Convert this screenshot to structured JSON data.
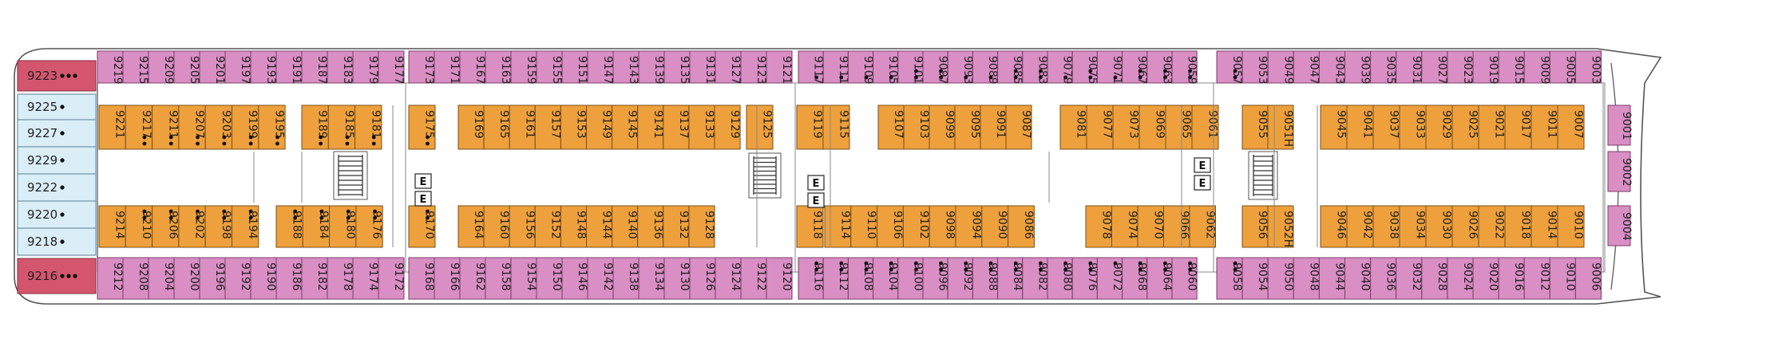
{
  "top_row": [
    {
      "n": "9219",
      "d": 0
    },
    {
      "n": "9215",
      "d": 0
    },
    {
      "n": "9209",
      "d": 0
    },
    {
      "n": "9205",
      "d": 0
    },
    {
      "n": "9201",
      "d": 0
    },
    {
      "n": "9197",
      "d": 0
    },
    {
      "n": "9193",
      "d": 0
    },
    {
      "n": "9191",
      "d": 0
    },
    {
      "n": "9187",
      "d": 0
    },
    {
      "n": "9183",
      "d": 0
    },
    {
      "n": "9179",
      "d": 0
    },
    {
      "n": "9177",
      "d": 0
    },
    {
      "n": "9173",
      "d": 0
    },
    {
      "n": "9171",
      "d": 0
    },
    {
      "n": "9167",
      "d": 0
    },
    {
      "n": "9163",
      "d": 0
    },
    {
      "n": "9159",
      "d": 0
    },
    {
      "n": "9155",
      "d": 0
    },
    {
      "n": "9151",
      "d": 0
    },
    {
      "n": "9147",
      "d": 0
    },
    {
      "n": "9143",
      "d": 0
    },
    {
      "n": "9139",
      "d": 0
    },
    {
      "n": "9135",
      "d": 0
    },
    {
      "n": "9131",
      "d": 0
    },
    {
      "n": "9127",
      "d": 0
    },
    {
      "n": "9123",
      "d": 0
    },
    {
      "n": "9121",
      "d": 0
    },
    {
      "n": "9117",
      "d": 1
    },
    {
      "n": "9111",
      "d": 1
    },
    {
      "n": "9109",
      "d": 1
    },
    {
      "n": "9105",
      "d": 1
    },
    {
      "n": "9101",
      "d": 2
    },
    {
      "n": "9097",
      "d": 2
    },
    {
      "n": "9093",
      "d": 1
    },
    {
      "n": "9089",
      "d": 1
    },
    {
      "n": "9085",
      "d": 2
    },
    {
      "n": "9083",
      "d": 2
    },
    {
      "n": "9079",
      "d": 1
    },
    {
      "n": "9075",
      "d": 2
    },
    {
      "n": "9071",
      "d": 1
    },
    {
      "n": "9067",
      "d": 2
    },
    {
      "n": "9063",
      "d": 2
    },
    {
      "n": "9059",
      "d": 2
    },
    {
      "n": "9057",
      "d": 2
    },
    {
      "n": "9053",
      "d": 0
    },
    {
      "n": "9049",
      "d": 0
    },
    {
      "n": "9047",
      "d": 0
    },
    {
      "n": "9043",
      "d": 0
    },
    {
      "n": "9039",
      "d": 0
    },
    {
      "n": "9035",
      "d": 0
    },
    {
      "n": "9031",
      "d": 0
    },
    {
      "n": "9027",
      "d": 0
    },
    {
      "n": "9023",
      "d": 0
    },
    {
      "n": "9019",
      "d": 0
    },
    {
      "n": "9015",
      "d": 0
    },
    {
      "n": "9009",
      "d": 0
    },
    {
      "n": "9005",
      "d": 0
    },
    {
      "n": "9003",
      "d": 0
    }
  ],
  "bottom_row": [
    {
      "n": "9212",
      "d": 0
    },
    {
      "n": "9208",
      "d": 0
    },
    {
      "n": "9204",
      "d": 0
    },
    {
      "n": "9200",
      "d": 0
    },
    {
      "n": "9196",
      "d": 0
    },
    {
      "n": "9192",
      "d": 0
    },
    {
      "n": "9190",
      "d": 0
    },
    {
      "n": "9186",
      "d": 0
    },
    {
      "n": "9182",
      "d": 0
    },
    {
      "n": "9178",
      "d": 0
    },
    {
      "n": "9174",
      "d": 0
    },
    {
      "n": "9172",
      "d": 0
    },
    {
      "n": "9168",
      "d": 0
    },
    {
      "n": "9166",
      "d": 0
    },
    {
      "n": "9162",
      "d": 0
    },
    {
      "n": "9158",
      "d": 0
    },
    {
      "n": "9154",
      "d": 0
    },
    {
      "n": "9150",
      "d": 0
    },
    {
      "n": "9146",
      "d": 0
    },
    {
      "n": "9142",
      "d": 0
    },
    {
      "n": "9138",
      "d": 0
    },
    {
      "n": "9134",
      "d": 0
    },
    {
      "n": "9130",
      "d": 0
    },
    {
      "n": "9126",
      "d": 0
    },
    {
      "n": "9124",
      "d": 0
    },
    {
      "n": "9122",
      "d": 0
    },
    {
      "n": "9120",
      "d": 0
    },
    {
      "n": "9116",
      "d": 2
    },
    {
      "n": "9112",
      "d": 2
    },
    {
      "n": "9108",
      "d": 2
    },
    {
      "n": "9104",
      "d": 2
    },
    {
      "n": "9100",
      "d": 2
    },
    {
      "n": "9096",
      "d": 2
    },
    {
      "n": "9092",
      "d": 2
    },
    {
      "n": "9088",
      "d": 2
    },
    {
      "n": "9084",
      "d": 2
    },
    {
      "n": "9082",
      "d": 2
    },
    {
      "n": "9080",
      "d": 2
    },
    {
      "n": "9076",
      "d": 2
    },
    {
      "n": "9072",
      "d": 1
    },
    {
      "n": "9068",
      "d": 2
    },
    {
      "n": "9064",
      "d": 2
    },
    {
      "n": "9060",
      "d": 2
    },
    {
      "n": "9058",
      "d": 2
    },
    {
      "n": "9054",
      "d": 0
    },
    {
      "n": "9050",
      "d": 0
    },
    {
      "n": "9048",
      "d": 0
    },
    {
      "n": "9044",
      "d": 0
    },
    {
      "n": "9040",
      "d": 0
    },
    {
      "n": "9036",
      "d": 0
    },
    {
      "n": "9032",
      "d": 0
    },
    {
      "n": "9028",
      "d": 0
    },
    {
      "n": "9024",
      "d": 0
    },
    {
      "n": "9020",
      "d": 0
    },
    {
      "n": "9016",
      "d": 0
    },
    {
      "n": "9012",
      "d": 0
    },
    {
      "n": "9010",
      "d": 0
    },
    {
      "n": "9006",
      "d": 0
    }
  ],
  "inner_top": [
    {
      "n": "9221",
      "d": 0
    },
    {
      "n": "9217",
      "d": 2
    },
    {
      "n": "9211",
      "d": 2
    },
    {
      "n": "9207",
      "d": 2
    },
    {
      "n": "9203",
      "d": 2
    },
    {
      "n": "9199",
      "d": 2
    },
    {
      "n": "9195",
      "d": 2
    },
    {
      "n": "9189",
      "d": 2
    },
    {
      "n": "9185",
      "d": 2
    },
    {
      "n": "9181",
      "d": 2
    },
    {
      "n": "9175",
      "d": 2
    },
    {
      "n": "9169",
      "d": 0
    },
    {
      "n": "9165",
      "d": 0
    },
    {
      "n": "9161",
      "d": 0
    },
    {
      "n": "9157",
      "d": 0
    },
    {
      "n": "9153",
      "d": 0
    },
    {
      "n": "9149",
      "d": 0
    },
    {
      "n": "9145",
      "d": 0
    },
    {
      "n": "9141",
      "d": 0
    },
    {
      "n": "9137",
      "d": 0
    },
    {
      "n": "9133",
      "d": 0
    },
    {
      "n": "9129",
      "d": 0
    },
    {
      "n": "9125",
      "d": 0
    },
    {
      "n": "9119",
      "d": 0
    },
    {
      "n": "9115",
      "d": 0
    },
    {
      "n": "9107",
      "d": 0
    },
    {
      "n": "9103",
      "d": 0
    },
    {
      "n": "9099",
      "d": 0
    },
    {
      "n": "9095",
      "d": 0
    },
    {
      "n": "9091",
      "d": 0
    },
    {
      "n": "9087",
      "d": 0
    },
    {
      "n": "9081",
      "d": 0
    },
    {
      "n": "9077",
      "d": 0
    },
    {
      "n": "9073",
      "d": 0
    },
    {
      "n": "9069",
      "d": 0
    },
    {
      "n": "9065",
      "d": 0
    },
    {
      "n": "9061",
      "d": 0
    },
    {
      "n": "9055",
      "d": 0
    },
    {
      "n": "9051H",
      "d": 0
    },
    {
      "n": "9045",
      "d": 0
    },
    {
      "n": "9041",
      "d": 0
    },
    {
      "n": "9037",
      "d": 0
    },
    {
      "n": "9033",
      "d": 0
    },
    {
      "n": "9029",
      "d": 0
    },
    {
      "n": "9025",
      "d": 0
    },
    {
      "n": "9021",
      "d": 0
    },
    {
      "n": "9017",
      "d": 0
    },
    {
      "n": "9011",
      "d": 0
    },
    {
      "n": "9007",
      "d": 0
    }
  ],
  "inner_bottom": [
    {
      "n": "9214",
      "d": 0
    },
    {
      "n": "9210",
      "d": 2
    },
    {
      "n": "9206",
      "d": 2
    },
    {
      "n": "9202",
      "d": 2
    },
    {
      "n": "9198",
      "d": 2
    },
    {
      "n": "9194",
      "d": 2
    },
    {
      "n": "9188",
      "d": 2
    },
    {
      "n": "9184",
      "d": 2
    },
    {
      "n": "9180",
      "d": 2
    },
    {
      "n": "9176",
      "d": 2
    },
    {
      "n": "9170",
      "d": 2
    },
    {
      "n": "9164",
      "d": 0
    },
    {
      "n": "9160",
      "d": 0
    },
    {
      "n": "9156",
      "d": 0
    },
    {
      "n": "9152",
      "d": 0
    },
    {
      "n": "9148",
      "d": 0
    },
    {
      "n": "9144",
      "d": 0
    },
    {
      "n": "9140",
      "d": 0
    },
    {
      "n": "9136",
      "d": 0
    },
    {
      "n": "9132",
      "d": 0
    },
    {
      "n": "9128",
      "d": 0
    },
    {
      "n": "9118",
      "d": 0
    },
    {
      "n": "9114",
      "d": 0
    },
    {
      "n": "9110",
      "d": 0
    },
    {
      "n": "9106",
      "d": 0
    },
    {
      "n": "9102",
      "d": 0
    },
    {
      "n": "9098",
      "d": 0
    },
    {
      "n": "9094",
      "d": 0
    },
    {
      "n": "9090",
      "d": 0
    },
    {
      "n": "9086",
      "d": 0
    },
    {
      "n": "9078",
      "d": 0
    },
    {
      "n": "9074",
      "d": 0
    },
    {
      "n": "9070",
      "d": 0
    },
    {
      "n": "9066",
      "d": 0
    },
    {
      "n": "9062",
      "d": 0
    },
    {
      "n": "9056",
      "d": 0
    },
    {
      "n": "9052H",
      "d": 0
    },
    {
      "n": "9046",
      "d": 0
    },
    {
      "n": "9042",
      "d": 0
    },
    {
      "n": "9038",
      "d": 0
    },
    {
      "n": "9034",
      "d": 0
    },
    {
      "n": "9030",
      "d": 0
    },
    {
      "n": "9026",
      "d": 0
    },
    {
      "n": "9022",
      "d": 0
    },
    {
      "n": "9018",
      "d": 0
    },
    {
      "n": "9014",
      "d": 0
    },
    {
      "n": "9010",
      "d": 0
    }
  ],
  "stern_cabins": [
    {
      "n": "9223",
      "d": 3,
      "type": "suite"
    },
    {
      "n": "9225",
      "d": 1,
      "type": "standard"
    },
    {
      "n": "9227",
      "d": 1,
      "type": "standard"
    },
    {
      "n": "9229",
      "d": 1,
      "type": "standard"
    },
    {
      "n": "9222",
      "d": 1,
      "type": "standard"
    },
    {
      "n": "9220",
      "d": 1,
      "type": "standard"
    },
    {
      "n": "9218",
      "d": 1,
      "type": "standard"
    },
    {
      "n": "9216",
      "d": 3,
      "type": "suite"
    }
  ],
  "bow_cabins": [
    "9001",
    "9002",
    "9004"
  ],
  "elevator_label": "E",
  "colors": {
    "outside_cabin": "#d98ec4",
    "inside_cabin": "#eea03c",
    "stern_standard": "#d9eef7",
    "stern_suite": "#d4566e"
  }
}
